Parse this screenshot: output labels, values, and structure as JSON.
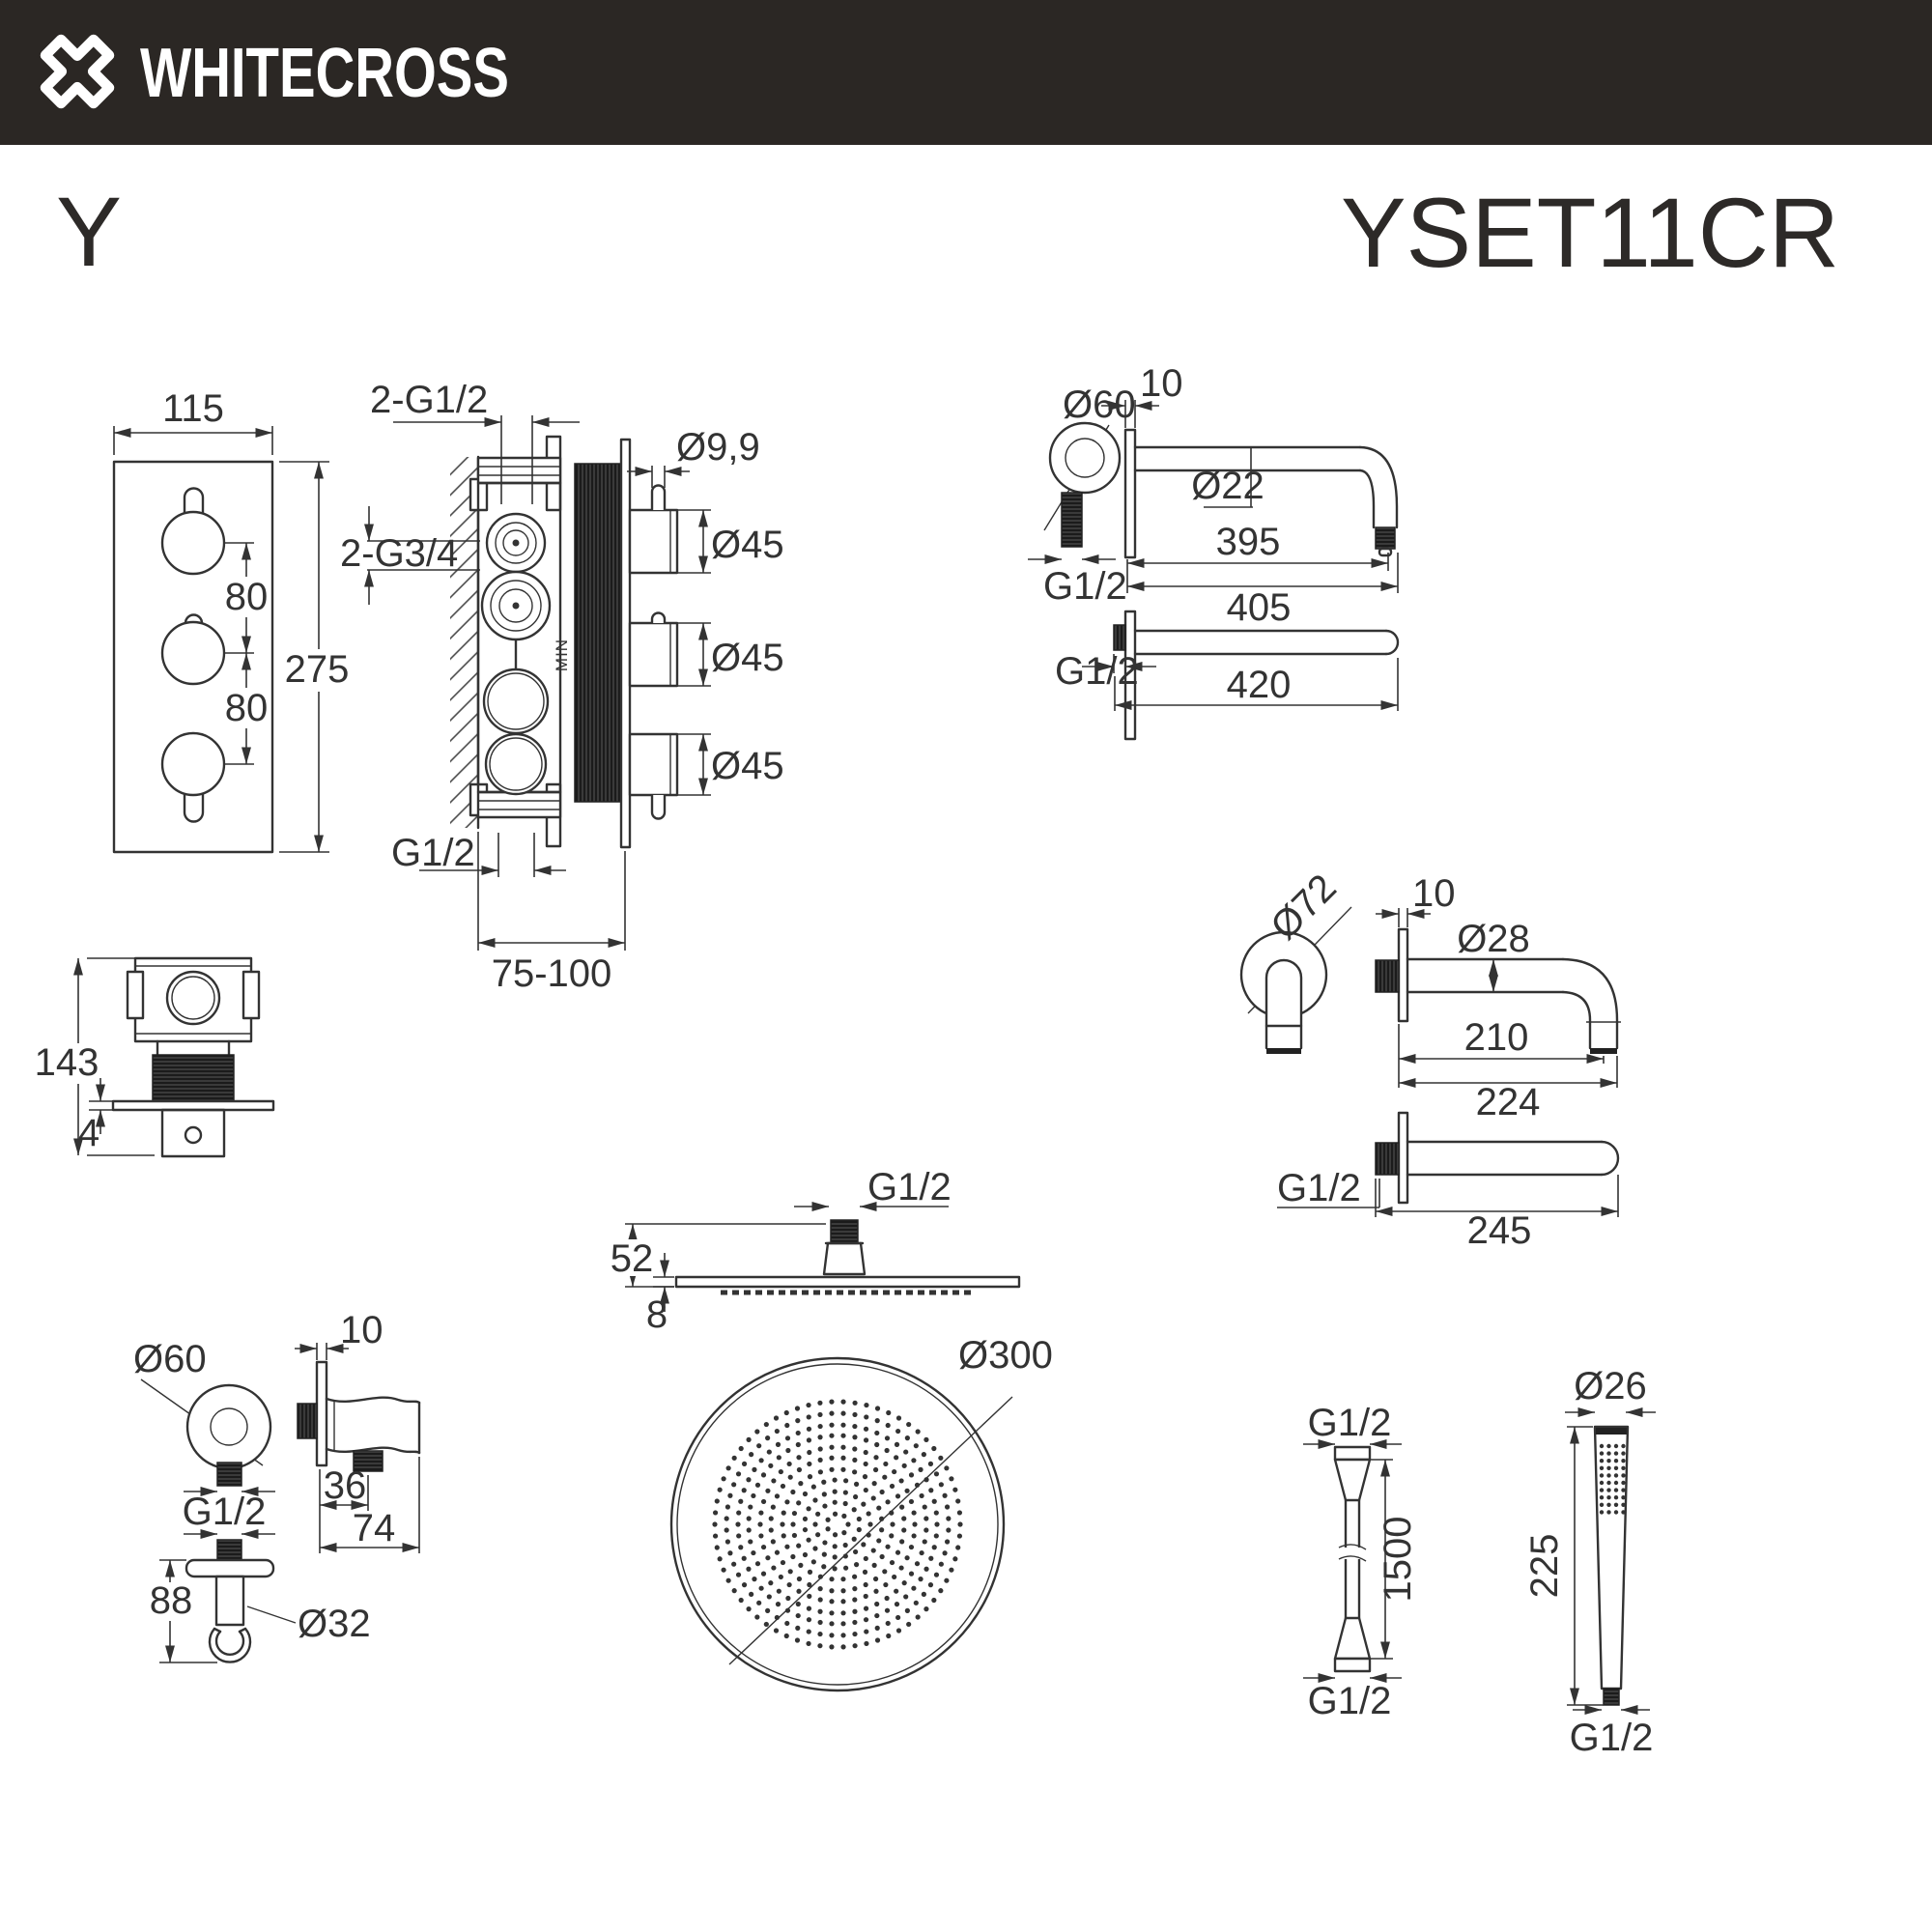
{
  "header": {
    "brand": "WHITECROSS"
  },
  "title": {
    "series": "Y",
    "model": "YSET11CR"
  },
  "colors": {
    "header_bg": "#2B2724",
    "line": "#333333"
  },
  "mixer_front": {
    "width": "115",
    "height": "275",
    "knob_spacing_1": "80",
    "knob_spacing_2": "80"
  },
  "mixer_side": {
    "top_ports": "2-G1/2",
    "side_ports": "2-G3/4",
    "pin_diameter": "Ø9,9",
    "knob_diameter_1": "Ø45",
    "knob_diameter_2": "Ø45",
    "knob_diameter_3": "Ø45",
    "bottom_port": "G1/2",
    "mounting_depth": "75-100",
    "min_marking": "MIN"
  },
  "valve_union": {
    "height": "143",
    "plate_thickness": "4"
  },
  "shower_arm": {
    "flange_diameter": "Ø60",
    "flange_depth": "10",
    "wall_thread": "G1/2",
    "tube_diameter": "Ø22",
    "tube_length": "395",
    "total_length": "405",
    "straight_thread": "G1/2",
    "straight_length": "420"
  },
  "bath_spout": {
    "flange_diameter": "Ø72",
    "flange_depth": "10",
    "tube_diameter": "Ø28",
    "tube_length": "210",
    "total_length": "224",
    "thread": "G1/2",
    "straight_length": "245"
  },
  "head_side": {
    "thread": "G1/2",
    "height": "52",
    "disc_thickness": "8"
  },
  "head_face": {
    "diameter": "Ø300",
    "nozzle_rings": [
      [
        11,
        7
      ],
      [
        23,
        13
      ],
      [
        34,
        19
      ],
      [
        46,
        25
      ],
      [
        57,
        30
      ],
      [
        69,
        36
      ],
      [
        80,
        42
      ],
      [
        92,
        48
      ],
      [
        103,
        54
      ],
      [
        115,
        60
      ],
      [
        127,
        66
      ]
    ],
    "dot_radius": 2.6
  },
  "wall_elbow": {
    "flange_diameter": "Ø60",
    "flange_depth": "10",
    "thread": "G1/2",
    "outlet_offset": "36",
    "total_depth": "74"
  },
  "holder": {
    "height": "88",
    "hook_diameter": "Ø32"
  },
  "hose": {
    "top_thread": "G1/2",
    "length": "1500",
    "bottom_thread": "G1/2"
  },
  "handshower": {
    "diameter": "Ø26",
    "length": "225",
    "thread": "G1/2",
    "spray_grid": {
      "cols": 4,
      "rows": 10,
      "dx": 7.5,
      "dy": 7.6,
      "dot_radius": 2.2
    }
  }
}
